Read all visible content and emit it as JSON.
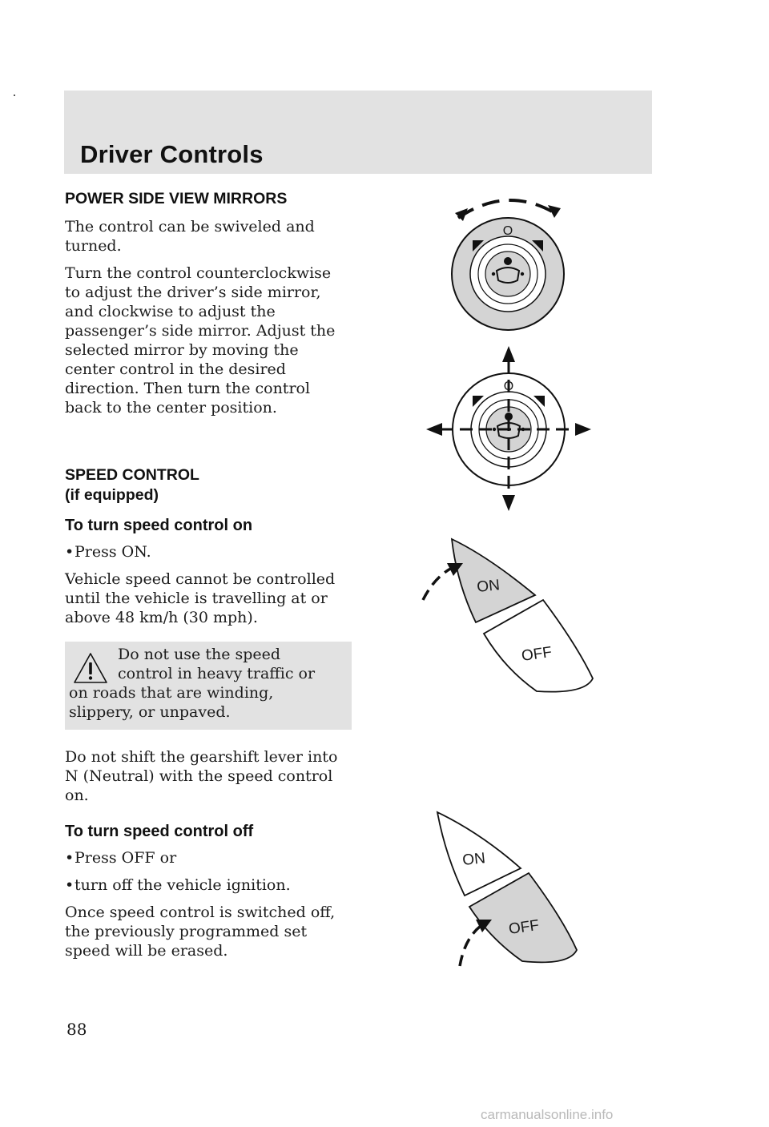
{
  "header": {
    "title": "Driver Controls"
  },
  "mirrors": {
    "heading": "POWER SIDE VIEW MIRRORS",
    "p1": "The control can be swiveled and turned.",
    "p2_lines": [
      "Turn the control counterclockwise",
      "to adjust the driver’s side mirror,",
      "and clockwise to adjust the",
      "passenger’s side mirror. Adjust the",
      "selected mirror by moving the",
      "center control in the desired",
      "direction. Then turn the control",
      "back to the center position."
    ],
    "dial_mark": "O"
  },
  "speed": {
    "heading_line1": "SPEED CONTROL",
    "heading_line2": "(if equipped)",
    "on_heading": "To turn speed control on",
    "on_bullets": [
      "Press ON."
    ],
    "on_p_lines": [
      "Vehicle speed cannot be controlled",
      "until the vehicle is travelling at or",
      "above 48 km/h (30 mph)."
    ],
    "warning_lines": [
      "Do not use the speed",
      "control in heavy traffic or",
      "on roads that are winding,",
      "slippery, or unpaved."
    ],
    "shift_lines": [
      "Do not shift the gearshift lever into",
      "N (Neutral) with the speed control",
      "on."
    ],
    "off_heading": "To turn speed control off",
    "off_bullets": [
      "Press OFF or",
      "turn off the vehicle ignition."
    ],
    "off_p_lines": [
      "Once speed control is switched off,",
      "the previously programmed set",
      "speed will be erased."
    ],
    "button_on": "ON",
    "button_off": "OFF"
  },
  "page": {
    "number": "88"
  },
  "footer": {
    "watermark": "carmanualsonline.info"
  },
  "colors": {
    "band": "#e2e2e2",
    "fig_gray": "#d4d4d4",
    "text": "#1a1a1a"
  }
}
